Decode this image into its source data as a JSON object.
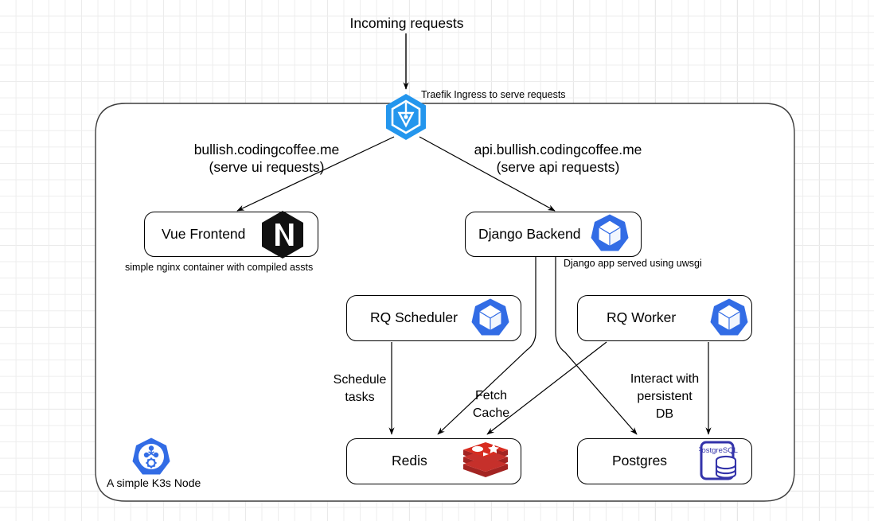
{
  "diagram": {
    "title_text": "Incoming requests",
    "cluster": {
      "caption": "A simple K3s Node",
      "icon": "k3s-kubernetes-icon"
    },
    "ingress": {
      "icon": "traefik-icon",
      "note": "Traefik Ingress to serve requests"
    },
    "route_labels": {
      "ui": "bullish.codingcoffee.me\n(serve ui requests)",
      "api": "api.bullish.codingcoffee.me\n(serve api requests)"
    },
    "nodes": [
      {
        "id": "vue-frontend",
        "label": "Vue Frontend",
        "icon": "nginx-icon",
        "caption": "simple nginx container with compiled assts"
      },
      {
        "id": "django-backend",
        "label": "Django Backend",
        "icon": "kubernetes-pod-icon",
        "caption": "Django app served using uwsgi"
      },
      {
        "id": "rq-scheduler",
        "label": "RQ Scheduler",
        "icon": "kubernetes-pod-icon",
        "caption": ""
      },
      {
        "id": "rq-worker",
        "label": "RQ Worker",
        "icon": "kubernetes-pod-icon",
        "caption": ""
      },
      {
        "id": "redis",
        "label": "Redis",
        "icon": "redis-icon",
        "caption": ""
      },
      {
        "id": "postgres",
        "label": "Postgres",
        "icon": "postgresql-icon",
        "caption": ""
      }
    ],
    "edge_labels": {
      "schedule_tasks": "Schedule\ntasks",
      "fetch_cache": "Fetch\nCache",
      "persistent_db": "Interact with\npersistent\nDB"
    },
    "colors": {
      "traefik_blue": "#2496ED",
      "kubernetes_blue": "#326CE5",
      "nginx_black": "#111111",
      "redis_red": "#C6302B",
      "postgres_blue": "#3333AA",
      "stroke": "#000000",
      "grid_minor": "#ededed",
      "grid_major": "#d8d8d8"
    }
  }
}
